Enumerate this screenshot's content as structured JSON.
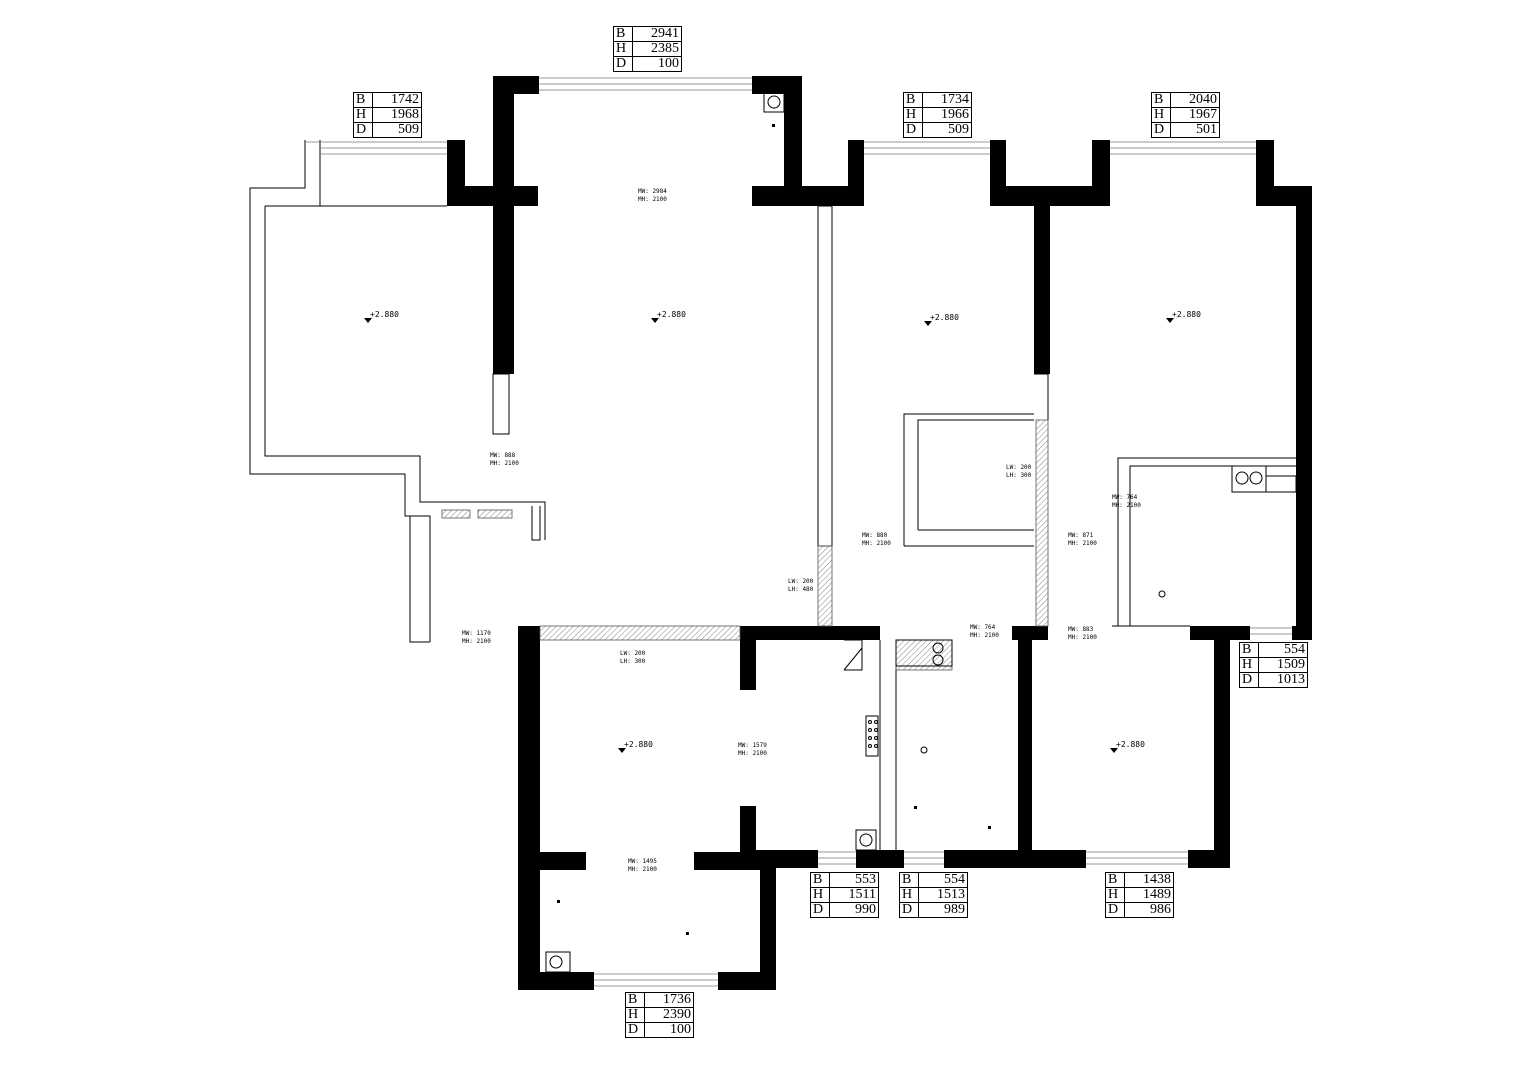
{
  "tags": [
    {
      "id": "t1",
      "rows": [
        {
          "k": "B",
          "v": "2941"
        },
        {
          "k": "H",
          "v": "2385"
        },
        {
          "k": "D",
          "v": "100"
        }
      ]
    },
    {
      "id": "t2",
      "rows": [
        {
          "k": "B",
          "v": "1742"
        },
        {
          "k": "H",
          "v": "1968"
        },
        {
          "k": "D",
          "v": "509"
        }
      ]
    },
    {
      "id": "t3",
      "rows": [
        {
          "k": "B",
          "v": "1734"
        },
        {
          "k": "H",
          "v": "1966"
        },
        {
          "k": "D",
          "v": "509"
        }
      ]
    },
    {
      "id": "t4",
      "rows": [
        {
          "k": "B",
          "v": "2040"
        },
        {
          "k": "H",
          "v": "1967"
        },
        {
          "k": "D",
          "v": "501"
        }
      ]
    },
    {
      "id": "t5",
      "rows": [
        {
          "k": "B",
          "v": "554"
        },
        {
          "k": "H",
          "v": "1509"
        },
        {
          "k": "D",
          "v": "1013"
        }
      ]
    },
    {
      "id": "t6",
      "rows": [
        {
          "k": "B",
          "v": "553"
        },
        {
          "k": "H",
          "v": "1511"
        },
        {
          "k": "D",
          "v": "990"
        }
      ]
    },
    {
      "id": "t7",
      "rows": [
        {
          "k": "B",
          "v": "554"
        },
        {
          "k": "H",
          "v": "1513"
        },
        {
          "k": "D",
          "v": "989"
        }
      ]
    },
    {
      "id": "t8",
      "rows": [
        {
          "k": "B",
          "v": "1438"
        },
        {
          "k": "H",
          "v": "1489"
        },
        {
          "k": "D",
          "v": "986"
        }
      ]
    },
    {
      "id": "t9",
      "rows": [
        {
          "k": "B",
          "v": "1736"
        },
        {
          "k": "H",
          "v": "2390"
        },
        {
          "k": "D",
          "v": "100"
        }
      ]
    }
  ],
  "levels": {
    "l1": "+2.880",
    "l2": "+2.880",
    "l3": "+2.880",
    "l4": "+2.880",
    "l5": "+2.880",
    "l6": "+2.880"
  },
  "notes": {
    "n1": "MW: 2984\nMH: 2100",
    "n2": "MW: 888\nMH: 2100",
    "n3": "MW: 1170\nMH: 2100",
    "n4": "LW: 200\nLH: 480",
    "n5": "MW: 880\nMH: 2100",
    "n6": "LW: 200\nLH: 300",
    "n7": "MW: 871\nMH: 2100",
    "n8": "MW: 764\nMH: 2100",
    "n9": "MW: 764\nMH: 2100",
    "n10": "MW: 883\nMH: 2100",
    "n11": "LW: 200\nLH: 300",
    "n12": "MW: 1579\nMH: 2100",
    "n13": "MW: 1495\nMH: 2100"
  }
}
